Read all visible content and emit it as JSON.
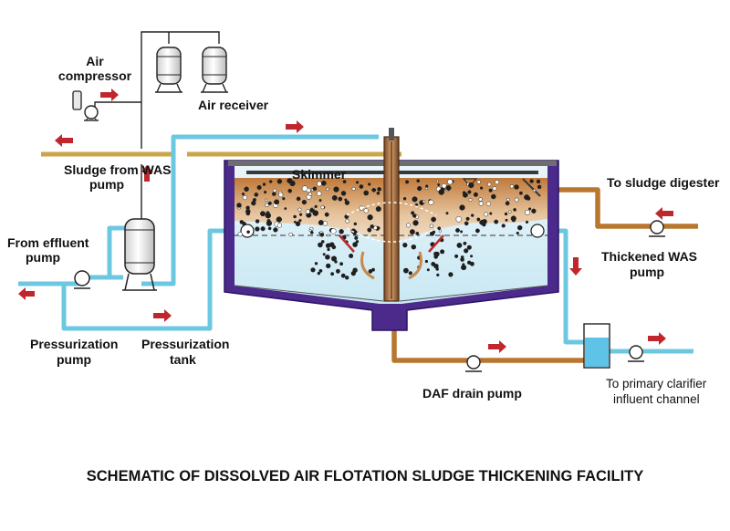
{
  "labels": {
    "air_compressor_line1": "Air",
    "air_compressor_line2": "compressor",
    "air_receiver": "Air receiver",
    "sludge_from_was_line1": "Sludge from WAS",
    "sludge_from_was_line2": "pump",
    "from_effluent_line1": "From effluent",
    "from_effluent_line2": "pump",
    "skimmer": "Skimmer",
    "to_sludge_digester": "To sludge digester",
    "thickened_was_line1": "Thickened WAS",
    "thickened_was_line2": "pump",
    "pressurization_pump_line1": "Pressurization",
    "pressurization_pump_line2": "pump",
    "pressurization_tank_line1": "Pressurization",
    "pressurization_tank_line2": "tank",
    "daf_drain_pump": "DAF drain pump",
    "primary_clarifier_line1": "To primary clarifier",
    "primary_clarifier_line2": "influent channel"
  },
  "caption": "SCHEMATIC OF DISSOLVED AIR FLOTATION SLUDGE THICKENING FACILITY",
  "colors": {
    "water_pipe": "#6cc8e0",
    "sludge_pipe": "#b8762e",
    "was_line": "#c9a64a",
    "tank_wall": "#4b2a8c",
    "flow_arrow": "#c0272d",
    "sludge_layer": "#c8894a",
    "water": "#d8eef7"
  }
}
